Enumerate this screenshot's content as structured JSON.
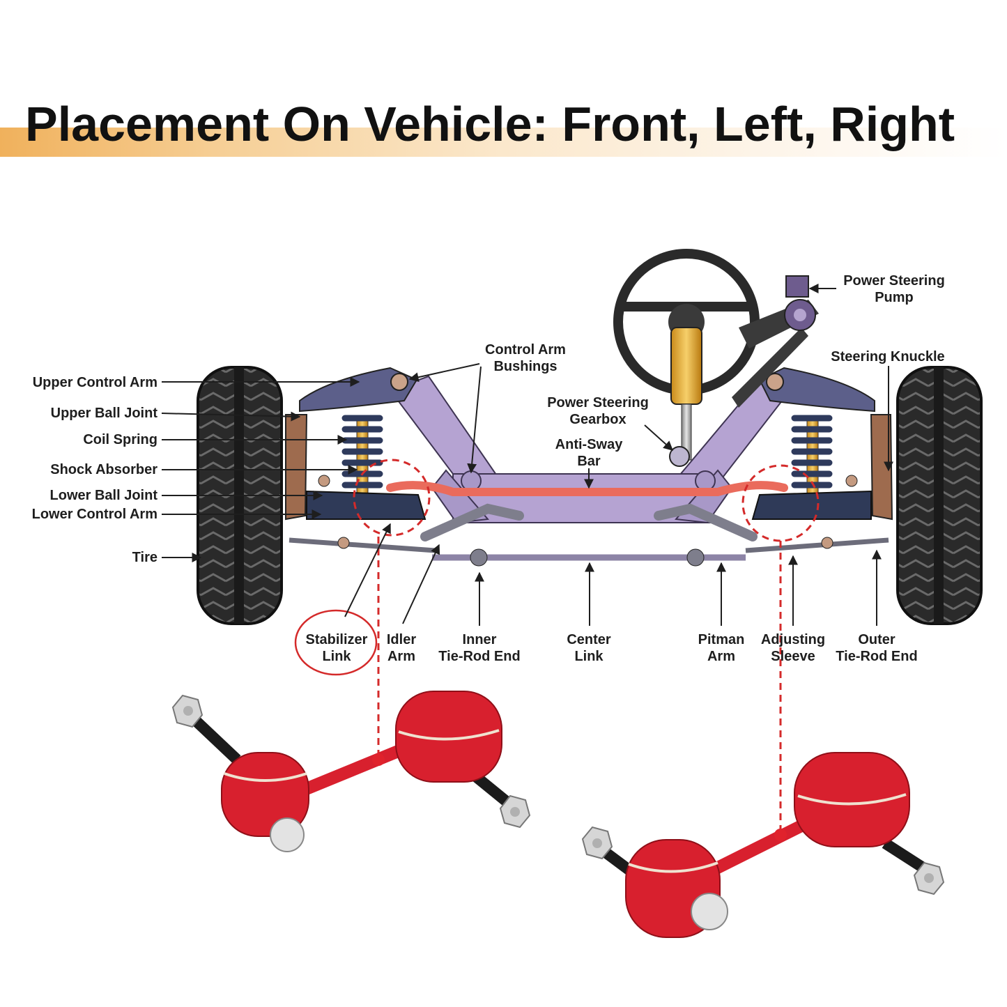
{
  "title": "Placement On Vehicle: Front, Left, Right",
  "colors": {
    "accent_band": "#f0b15c",
    "highlight_red": "#d42a2a",
    "frame_purple": "#b5a3d2",
    "sway_bar": "#ea6b5c",
    "tire": "#2b2b2b",
    "part_red": "#d8202e"
  },
  "labels": {
    "upper_control_arm": "Upper Control Arm",
    "upper_ball_joint": "Upper Ball Joint",
    "coil_spring": "Coil Spring",
    "shock_absorber": "Shock Absorber",
    "lower_ball_joint": "Lower Ball Joint",
    "lower_control_arm": "Lower Control Arm",
    "tire": "Tire",
    "control_arm_bushings": [
      "Control Arm",
      "Bushings"
    ],
    "power_steering_gearbox": [
      "Power Steering",
      "Gearbox"
    ],
    "anti_sway_bar": [
      "Anti-Sway",
      "Bar"
    ],
    "power_steering_pump": [
      "Power Steering",
      "Pump"
    ],
    "steering_knuckle": "Steering Knuckle",
    "stabilizer_link": [
      "Stabilizer",
      "Link"
    ],
    "idler_arm": [
      "Idler",
      "Arm"
    ],
    "inner_tie_rod_end": [
      "Inner",
      "Tie-Rod End"
    ],
    "center_link": [
      "Center",
      "Link"
    ],
    "pitman_arm": [
      "Pitman",
      "Arm"
    ],
    "adjusting_sleeve": [
      "Adjusting",
      "Sleeve"
    ],
    "outer_tie_rod_end": [
      "Outer",
      "Tie-Rod End"
    ]
  }
}
